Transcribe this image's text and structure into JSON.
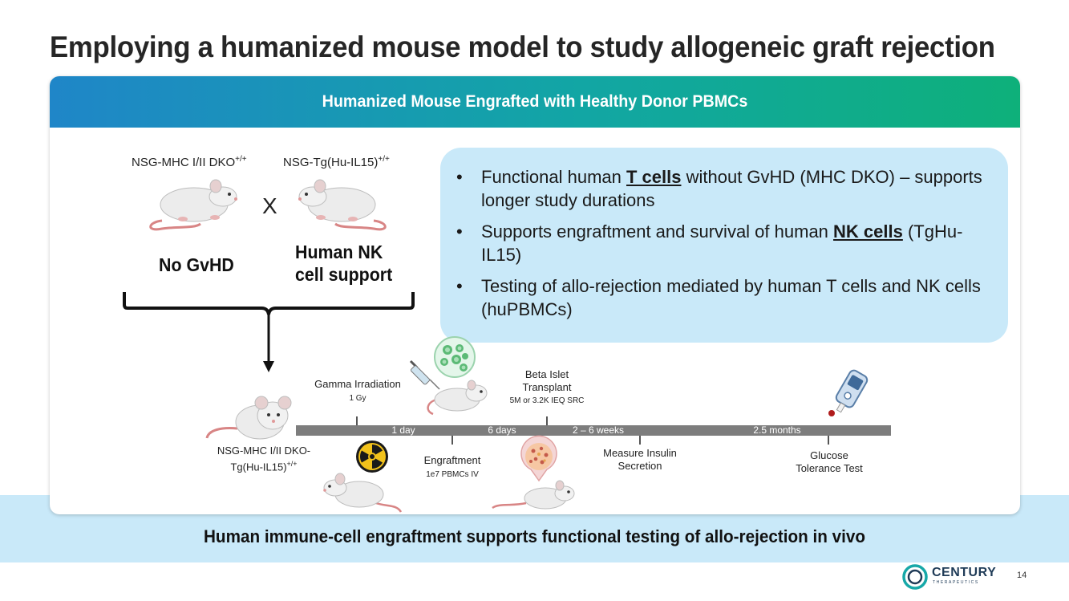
{
  "slide": {
    "title": "Employing a humanized mouse model to study allogeneic graft rejection",
    "footer_message": "Human immune-cell engraftment supports functional testing of allo-rejection in vivo",
    "page_number": "14"
  },
  "panel": {
    "header": "Humanized Mouse Engrafted with Healthy Donor PBMCs",
    "strain_left": "NSG-MHC I/II DKO",
    "strain_left_sup": "+/+",
    "strain_right": "NSG-Tg(Hu-IL15)",
    "strain_right_sup": "+/+",
    "cross_symbol": "X",
    "left_trait": "No GvHD",
    "right_trait_line1": "Human NK",
    "right_trait_line2": "cell support"
  },
  "bullets": [
    {
      "before": "Functional human ",
      "emph": "T cells",
      "after": " without GvHD (MHC DKO) – supports longer study durations"
    },
    {
      "before": "Supports engraftment and survival of human ",
      "emph": "NK cells",
      "after": " (TgHu-IL15)"
    },
    {
      "before": "Testing of allo-rejection mediated by human T cells and NK cells (huPBMCs)",
      "emph": "",
      "after": ""
    }
  ],
  "timeline": {
    "hybrid_line1": "NSG-MHC I/II DKO-",
    "hybrid_line2": "Tg(Hu-IL15)",
    "hybrid_sup": "+/+",
    "irradiation_title": "Gamma Irradiation",
    "irradiation_dose": "1 Gy",
    "engraftment_title": "Engraftment",
    "engraftment_dose": "1e7 PBMCs IV",
    "transplant_line1": "Beta Islet",
    "transplant_line2": "Transplant",
    "transplant_dose": "5M or 3.2K IEQ SRC",
    "insulin_line1": "Measure Insulin",
    "insulin_line2": "Secretion",
    "glucose_line1": "Glucose",
    "glucose_line2": "Tolerance Test",
    "interval_1": "1 day",
    "interval_2": "6 days",
    "interval_3": "2 – 6 weeks",
    "interval_4": "2.5 months"
  },
  "brand": {
    "name": "CENTURY",
    "tagline": "THERAPEUTICS"
  },
  "colors": {
    "header_gradient_start": "#1f86c8",
    "header_gradient_end": "#0eb07a",
    "callout_background": "#c9e9f9",
    "timeline_bar": "#7d7d7d",
    "logo": "#1f3b57"
  },
  "icons": [
    "mouse-icon",
    "syringe-icon",
    "cell-cluster-icon",
    "radiation-icon",
    "islet-icon",
    "glucometer-icon",
    "century-logo-icon"
  ]
}
